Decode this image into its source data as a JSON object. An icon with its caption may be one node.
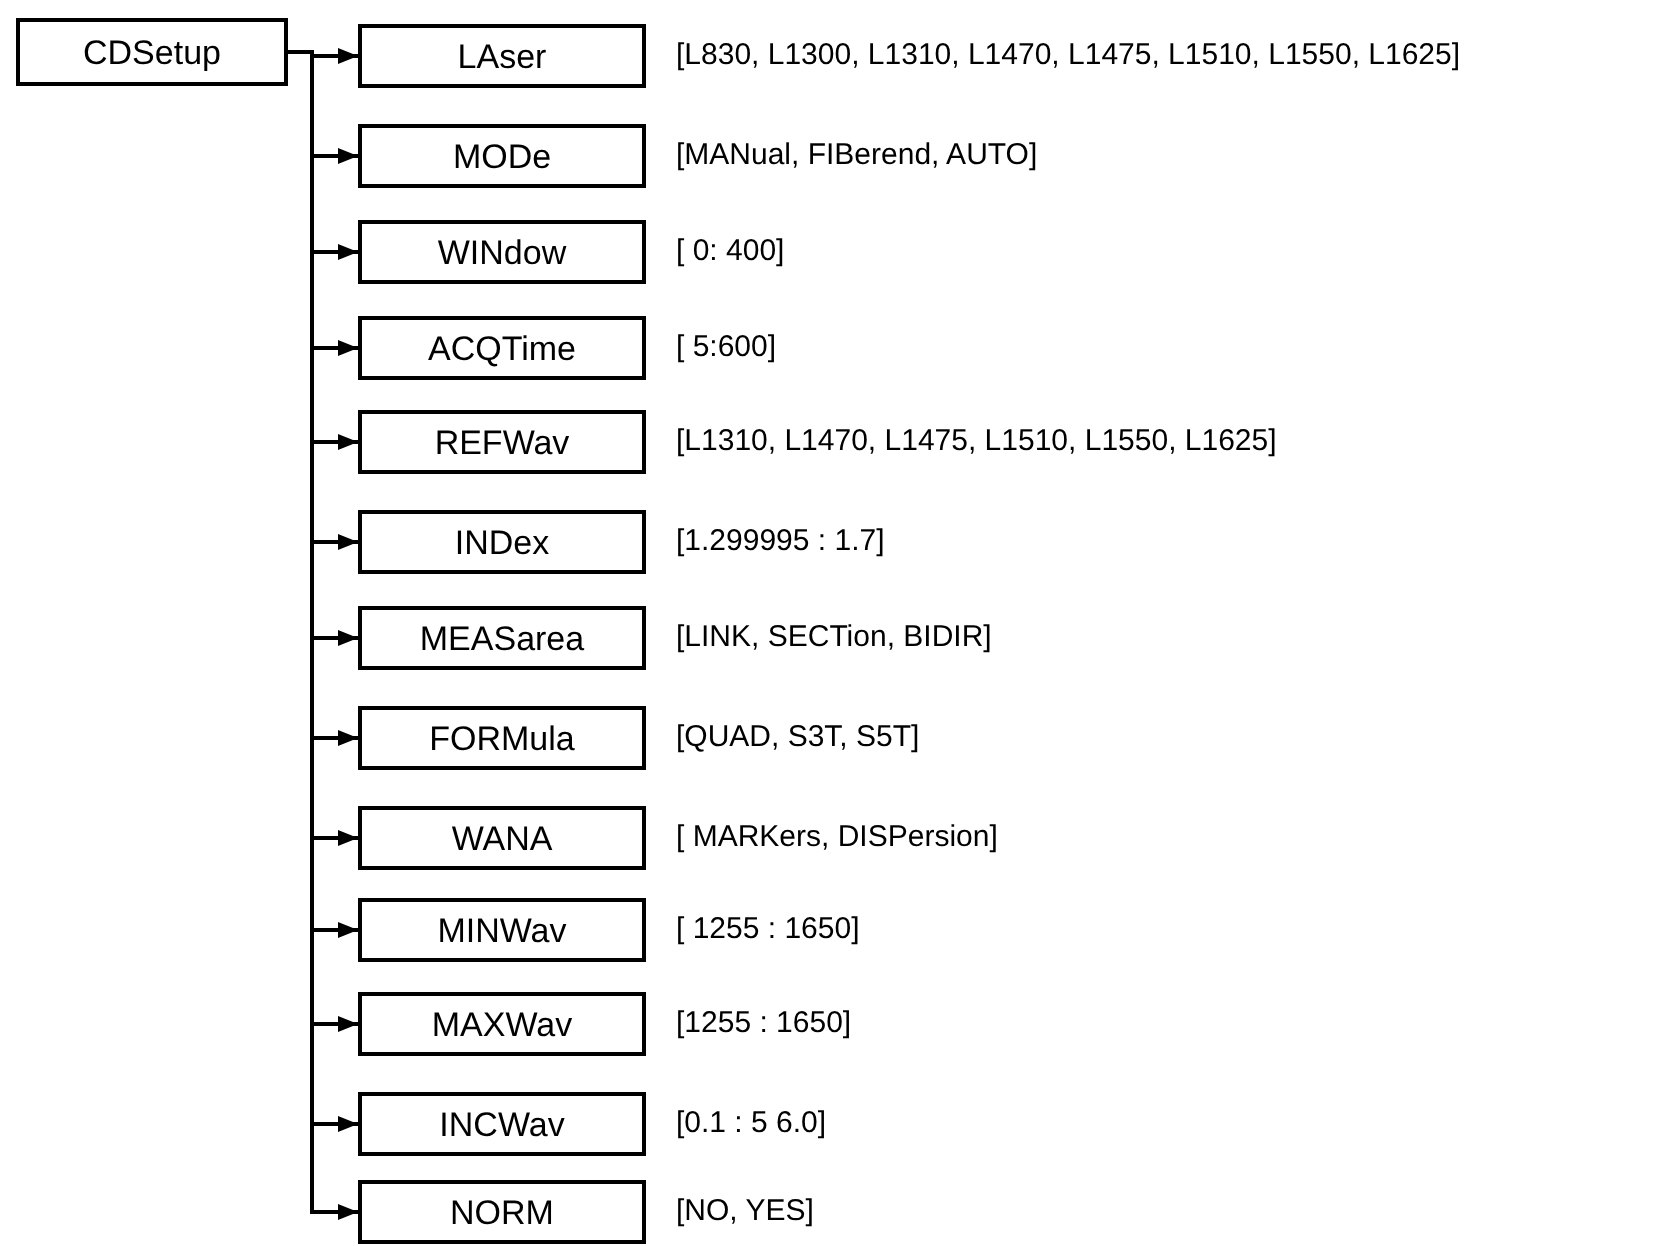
{
  "diagram": {
    "nodes": [
      {
        "text": [
          "CDSetup"
        ]
      },
      {
        "text": [
          "LAser"
        ],
        "beside": [
          "[L830, L1300, L1310, L1470, L1475, L1510, L1550, L1625]"
        ]
      },
      {
        "text": [
          "MODe"
        ],
        "beside": [
          "[MANual, FIBerend, AUTO]"
        ]
      },
      {
        "text": [
          "WINdow"
        ],
        "beside": [
          "[ 0: 400]"
        ]
      },
      {
        "text": [
          "ACQTime"
        ],
        "beside": [
          "[ 5:600]"
        ]
      },
      {
        "text": [
          "REFWav"
        ],
        "beside": [
          "[L1310, L1470, L1475, L1510, L1550, L1625]"
        ]
      },
      {
        "text": [
          "INDex"
        ],
        "beside": [
          "[1.299995 : 1.7]"
        ]
      },
      {
        "text": [
          "MEASarea"
        ],
        "beside": [
          "[LINK, SECTion, BIDIR]"
        ]
      },
      {
        "text": [
          "FORMula"
        ],
        "beside": [
          "[QUAD, S3T, S5T]"
        ]
      },
      {
        "text": [
          "WANA"
        ],
        "beside": [
          "[ MARKers, DISPersion]"
        ]
      },
      {
        "text": [
          "MINWav"
        ],
        "beside": [
          "[ 1255 : 1650]"
        ]
      },
      {
        "text": [
          "MAXWav"
        ],
        "beside": [
          "[1255 : 1650]"
        ]
      },
      {
        "text": [
          "INCWav"
        ],
        "beside": [
          "[0.1 : 5 6.0]"
        ]
      },
      {
        "text": [
          "NORM"
        ],
        "beside": [
          "[NO, YES]"
        ]
      }
    ],
    "edges": [
      {
        "from": 0,
        "to": 1,
        "arrow": "to"
      },
      {
        "from": 0,
        "to": 2,
        "arrow": "to"
      },
      {
        "from": 0,
        "to": 3,
        "arrow": "to"
      },
      {
        "from": 0,
        "to": 4,
        "arrow": "to"
      },
      {
        "from": 0,
        "to": 5,
        "arrow": "to"
      },
      {
        "from": 0,
        "to": 6,
        "arrow": "to"
      },
      {
        "from": 0,
        "to": 7,
        "arrow": "to"
      },
      {
        "from": 0,
        "to": 8,
        "arrow": "to"
      },
      {
        "from": 0,
        "to": 9,
        "arrow": "to"
      },
      {
        "from": 0,
        "to": 10,
        "arrow": "to"
      },
      {
        "from": 0,
        "to": 11,
        "arrow": "to"
      },
      {
        "from": 0,
        "to": 12,
        "arrow": "to"
      },
      {
        "from": 0,
        "to": 13,
        "arrow": "to"
      }
    ]
  }
}
